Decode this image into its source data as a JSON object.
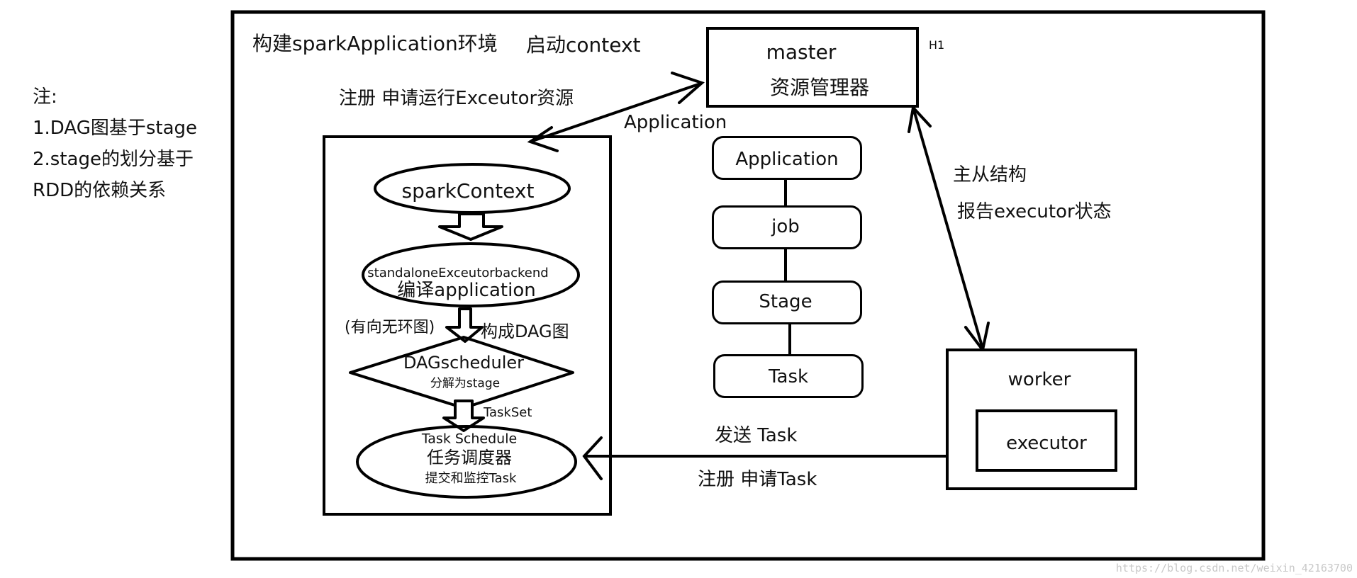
{
  "notes": {
    "title": "注:",
    "line1": "1.DAG图基于stage",
    "line2": "2.stage的划分基于",
    "line3": "RDD的依赖关系"
  },
  "header": {
    "build_env": "构建sparkApplication环境",
    "start_context": "启动context"
  },
  "master": {
    "title": "master",
    "subtitle": "资源管理器",
    "tag": "H1"
  },
  "links": {
    "register_request": "注册 申请运行Exceutor资源",
    "application_label": "Application",
    "master_worker_1": "主从结构",
    "master_worker_2": "报告executor状态",
    "send_task": "发送 Task",
    "register_task": "注册 申请Task"
  },
  "driver": {
    "spark_context": "sparkContext",
    "backend_line1": "standaloneExceutorbackend",
    "backend_line2": "编译application",
    "dag_note_left": "(有向无环图)",
    "dag_note_right": "构成DAG图",
    "dag_scheduler": "DAGscheduler",
    "dag_scheduler_sub": "分解为stage",
    "taskset": "TaskSet",
    "task_schedule_1": "Task Schedule",
    "task_schedule_2": "任务调度器",
    "task_schedule_3": "提交和监控Task"
  },
  "hierarchy": [
    "Application",
    "job",
    "Stage",
    "Task"
  ],
  "worker": {
    "title": "worker",
    "executor": "executor"
  },
  "watermark": "https://blog.csdn.net/weixin_42163700"
}
